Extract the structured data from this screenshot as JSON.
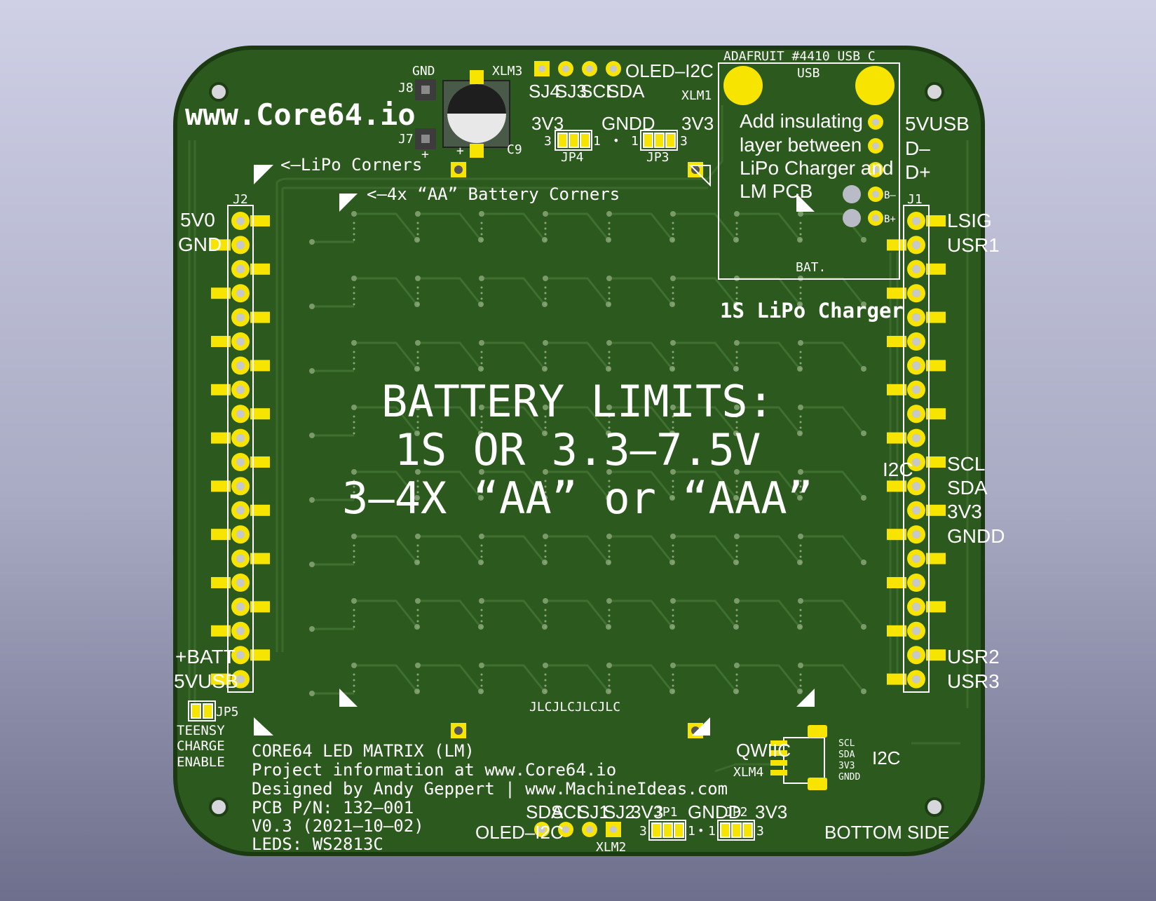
{
  "colors": {
    "board": "#2c5a1e",
    "board_edge": "#1b3a12",
    "trace": "#3b6a2c",
    "pad": "#f7e400",
    "silk": "#ffffff",
    "hole": "#d6d6dc"
  },
  "board": {
    "site": "www.Core64.io",
    "lipo_corners": "<–LiPo Corners",
    "aa_corners": "<–4x “AA” Battery Corners",
    "battery_title_1": "BATTERY LIMITS:",
    "battery_title_2": "1S OR 3.3–7.5V",
    "battery_title_3": "3–4X “AA” or “AAA”",
    "jlc": "JLCJLCJLCJLC",
    "info": [
      "CORE64 LED MATRIX (LM)",
      "Project information at www.Core64.io",
      "Designed by Andy Geppert | www.MachineIdeas.com",
      "PCB P/N: 132–001",
      "V0.3 (2021–10–02)",
      "LEDS: WS2813C"
    ],
    "bottom_side": "BOTTOM SIDE"
  },
  "top_header": {
    "gnd": "GND",
    "j8": "J8",
    "j7": "J7",
    "plus": "+",
    "c9": "C9",
    "xlm3": "XLM3",
    "oled_i2c": "OLED–I2C",
    "pin_labels": [
      "SJ4",
      "SJ3",
      "SCL",
      "SDA"
    ],
    "xlm1": "XLM1",
    "v3_left": "3V3",
    "gndd": "GNDD",
    "v3_right": "3V3",
    "jp4": "JP4",
    "jp3": "JP3",
    "n3a": "3",
    "n1a": "1",
    "n1b": "1",
    "n3b": "3",
    "dot": "•"
  },
  "charger": {
    "brand": "ADAFRUIT #4410 USB C",
    "usb": "USB",
    "note": [
      "Add insulating",
      "layer between",
      "LiPo Charger and",
      "LM PCB"
    ],
    "pins": [
      "5VUSB",
      "D–",
      "D+"
    ],
    "b_minus": "B–",
    "b_plus": "B+",
    "bat": "BAT.",
    "title": "1S LiPo Charger"
  },
  "left_header": {
    "ref": "J2",
    "top_labels": [
      "5V0",
      "GND"
    ],
    "bottom_labels": [
      "+BATT",
      "5VUSB"
    ],
    "jp5": "JP5",
    "teensy": [
      "TEENSY",
      "CHARGE",
      "ENABLE"
    ]
  },
  "right_header": {
    "ref": "J1",
    "top_labels": [
      "LSIG",
      "USR1"
    ],
    "i2c": "I2C",
    "mid_labels": [
      "SCL",
      "SDA",
      "3V3",
      "GNDD"
    ],
    "bottom_labels": [
      "USR2",
      "USR3"
    ]
  },
  "bottom_header": {
    "pin_labels": [
      "SDA",
      "SCL",
      "SJ1",
      "SJ2"
    ],
    "oled_i2c": "OLED–I2C",
    "xlm2": "XLM2",
    "v3a": "3V3",
    "jp1": "JP1",
    "gndd": "GNDD",
    "jp2": "JP2",
    "v3b": "3V3",
    "n3a": "3",
    "n1a": "1",
    "n1b": "1",
    "n3b": "3",
    "dot": "•"
  },
  "qwiic": {
    "label": "QWIIC",
    "xlm4": "XLM4",
    "pins": [
      "SCL",
      "SDA",
      "3V3",
      "GNDD"
    ],
    "i2c": "I2C"
  }
}
